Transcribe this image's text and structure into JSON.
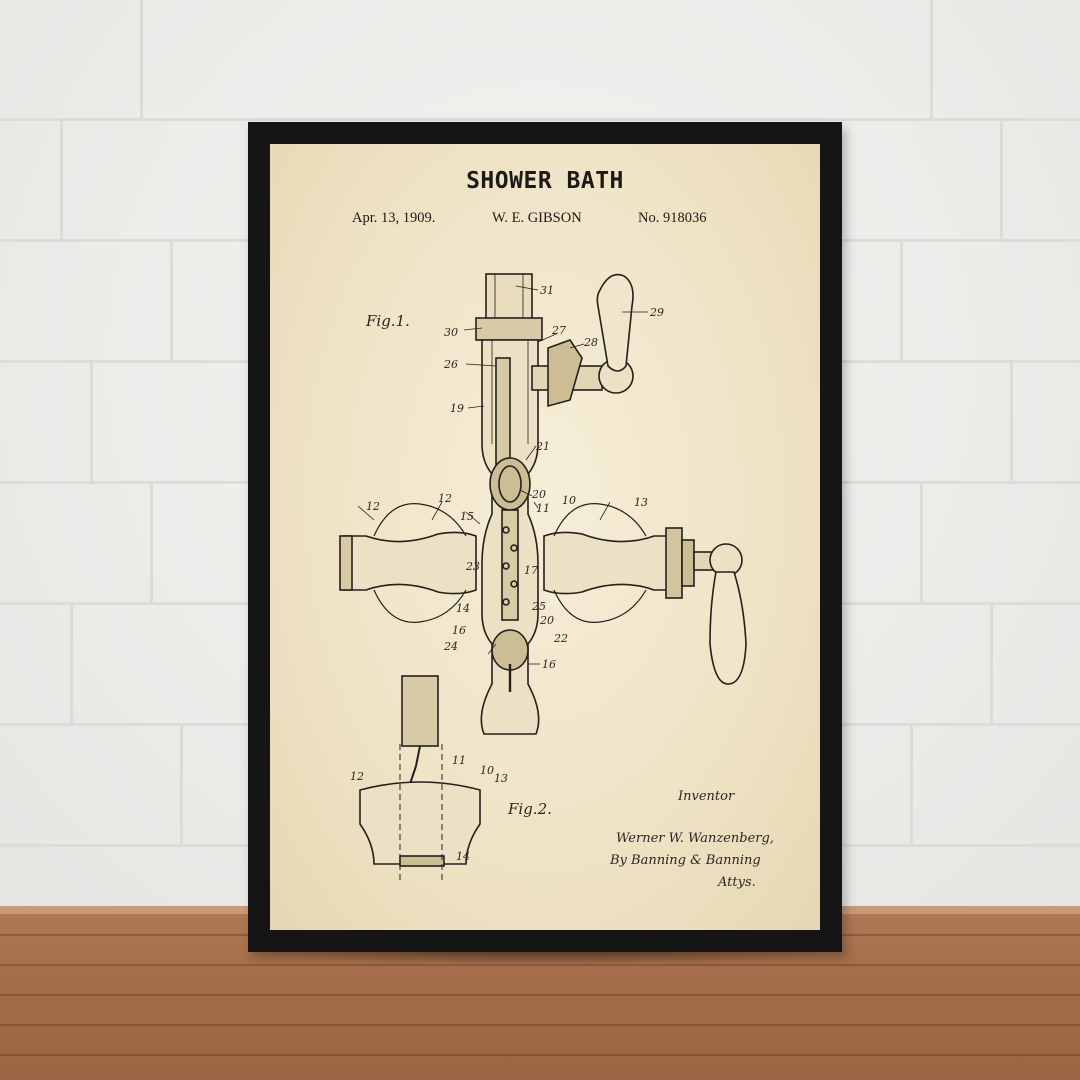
{
  "poster": {
    "title": "SHOWER BATH",
    "date": "Apr. 13, 1909.",
    "inventor_header": "W. E. GIBSON",
    "patent_number": "No. 918036",
    "fig1_label": "Fig.1.",
    "fig2_label": "Fig.2.",
    "signature": {
      "inventor": "Inventor",
      "name": "Werner W. Wanzenberg,",
      "by": "By Banning & Banning",
      "attys": "Attys."
    },
    "part_labels": {
      "n31": "31",
      "n29": "29",
      "n30": "30",
      "n27": "27",
      "n28": "28",
      "n26": "26",
      "n19": "19",
      "n21": "21",
      "n12a": "12",
      "n12b": "12",
      "n15": "15",
      "n20a": "20",
      "n11a": "11",
      "n10a": "10",
      "n13a": "13",
      "n23": "23",
      "n17": "17",
      "n25": "25",
      "n14a": "14",
      "n20b": "20",
      "n16a": "16",
      "n22": "22",
      "n24": "24",
      "n16b": "16",
      "n12c": "12",
      "n11b": "11",
      "n10b": "10",
      "n13b": "13",
      "n14b": "14"
    }
  },
  "colors": {
    "wall": "#ecebe8",
    "floor": "#a56d49",
    "frame": "#151515",
    "paper": "#efe3c5",
    "ink": "#1c1a17"
  }
}
